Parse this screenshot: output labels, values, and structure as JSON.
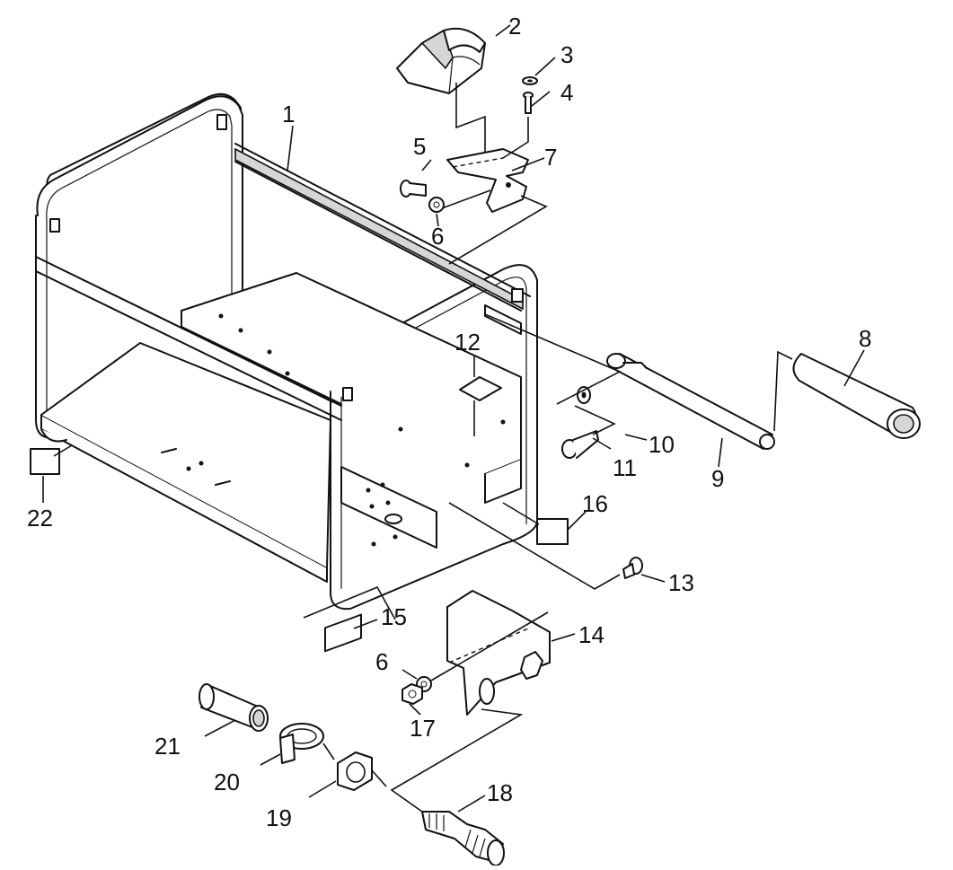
{
  "diagram": {
    "callouts": [
      {
        "id": "c1",
        "label": "1"
      },
      {
        "id": "c2",
        "label": "2"
      },
      {
        "id": "c3",
        "label": "3"
      },
      {
        "id": "c4",
        "label": "4"
      },
      {
        "id": "c5",
        "label": "5"
      },
      {
        "id": "c6a",
        "label": "6"
      },
      {
        "id": "c7",
        "label": "7"
      },
      {
        "id": "c8",
        "label": "8"
      },
      {
        "id": "c9",
        "label": "9"
      },
      {
        "id": "c10",
        "label": "10"
      },
      {
        "id": "c11",
        "label": "11"
      },
      {
        "id": "c12",
        "label": "12"
      },
      {
        "id": "c13",
        "label": "13"
      },
      {
        "id": "c14",
        "label": "14"
      },
      {
        "id": "c15",
        "label": "15"
      },
      {
        "id": "c16",
        "label": "16"
      },
      {
        "id": "c6b",
        "label": "6"
      },
      {
        "id": "c17",
        "label": "17"
      },
      {
        "id": "c18",
        "label": "18"
      },
      {
        "id": "c19",
        "label": "19"
      },
      {
        "id": "c20",
        "label": "20"
      },
      {
        "id": "c21",
        "label": "21"
      },
      {
        "id": "c22",
        "label": "22"
      }
    ]
  }
}
